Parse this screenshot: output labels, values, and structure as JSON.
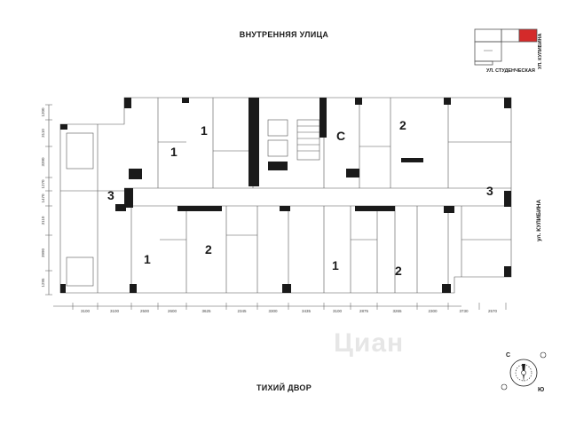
{
  "streets": {
    "top": "ВНУТРЕННЯЯ УЛИЦА",
    "bottom": "ТИХИЙ ДВОР",
    "right": "ул. КУЛИБИНА",
    "key_right": "УЛ. КУЛИБИНА",
    "key_bottom": "УЛ. СТУДЕНЧЕСКАЯ"
  },
  "apartments": [
    {
      "rooms": "3"
    },
    {
      "rooms": "1"
    },
    {
      "rooms": "1"
    },
    {
      "rooms": "С"
    },
    {
      "rooms": "2"
    },
    {
      "rooms": "3"
    },
    {
      "rooms": "1"
    },
    {
      "rooms": "2"
    },
    {
      "rooms": "1"
    },
    {
      "rooms": "2"
    }
  ],
  "dimensions": {
    "bottom": [
      "3100",
      "3100",
      "2500",
      "2600",
      "3625",
      "2345",
      "3300",
      "3435",
      "3100",
      "2875",
      "3265",
      "2300",
      "3730",
      "2570"
    ],
    "left": [
      "1200",
      "3110",
      "3390",
      "1270",
      "1470",
      "3110",
      "3990",
      "1295"
    ]
  },
  "compass": {
    "north": "С",
    "south": "Ю"
  },
  "colors": {
    "wall": "#1a1a1a",
    "accent": "#d42a2a",
    "thin": "#555555"
  },
  "watermark": "Циан"
}
